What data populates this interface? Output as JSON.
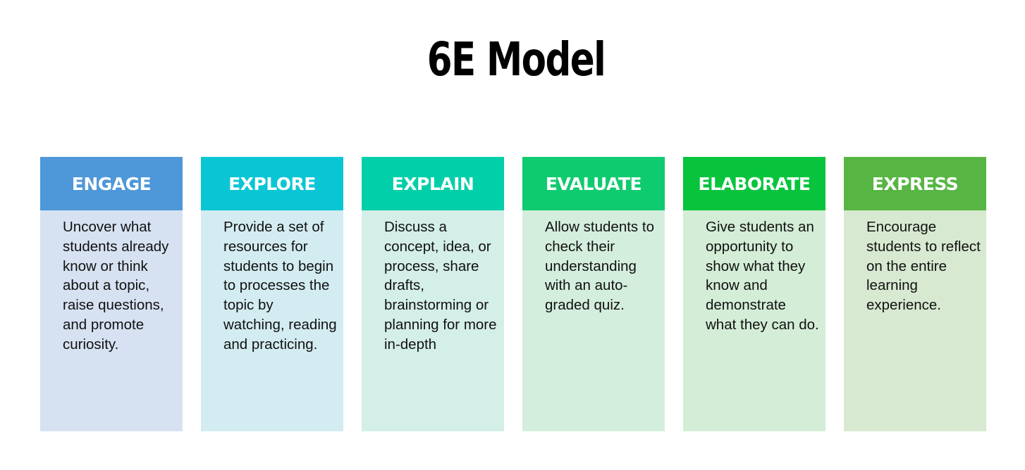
{
  "title": "6E Model",
  "cards": [
    {
      "heading": "ENGAGE",
      "body": "Uncover what students already know or think about a topic, raise questions, and promote curiosity.",
      "header_color": "#4E97D8",
      "body_color": "#D6E2F2"
    },
    {
      "heading": "EXPLORE",
      "body": "Provide a set of resources for students to begin to processes the topic by watching, reading and practicing.",
      "header_color": "#0AC6D5",
      "body_color": "#D3ECF1"
    },
    {
      "heading": "EXPLAIN",
      "body": "Discuss a concept, idea, or process, share drafts, brainstorming or planning for more in-depth",
      "header_color": "#00CFA9",
      "body_color": "#D4EEE8"
    },
    {
      "heading": "EVALUATE",
      "body": "Allow students to check their understanding with an auto-graded quiz.",
      "header_color": "#0FCB6F",
      "body_color": "#D4EEDD"
    },
    {
      "heading": "ELABORATE",
      "body": "Give students an opportunity to show what they know and demonstrate what they can do.",
      "header_color": "#08C43D",
      "body_color": "#D3EDD6"
    },
    {
      "heading": "EXPRESS",
      "body": "Encourage students to reflect on the entire learning experience.",
      "header_color": "#57B543",
      "body_color": "#D7E9D1"
    }
  ]
}
